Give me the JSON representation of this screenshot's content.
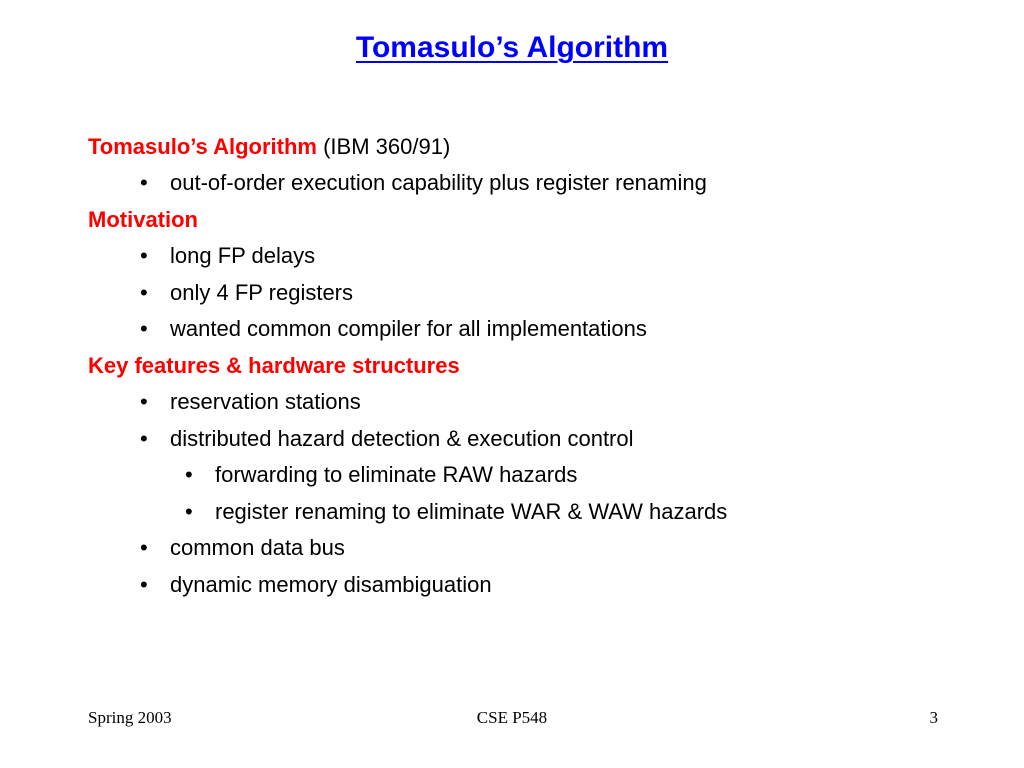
{
  "title": "Tomasulo’s Algorithm",
  "sections": [
    {
      "heading": "Tomasulo’s Algorithm",
      "heading_note": "(IBM 360/91)",
      "bullets": [
        "out-of-order execution capability plus register renaming"
      ]
    },
    {
      "heading": "Motivation",
      "bullets": [
        "long FP delays",
        "only 4 FP registers",
        "wanted common compiler for all implementations"
      ]
    },
    {
      "heading": "Key features & hardware structures",
      "bullets": [
        "reservation stations",
        "distributed hazard detection & execution control",
        "common data bus",
        "dynamic memory disambiguation"
      ],
      "sub_bullets": [
        "forwarding to eliminate RAW hazards",
        "register renaming to eliminate WAR & WAW hazards"
      ]
    }
  ],
  "bullet_glyph": "•",
  "footer": {
    "left": "Spring 2003",
    "center": "CSE P548",
    "right": "3"
  },
  "colors": {
    "title": "#0000ff",
    "heading": "#ff0000",
    "text": "#000000",
    "background": "#ffffff"
  }
}
